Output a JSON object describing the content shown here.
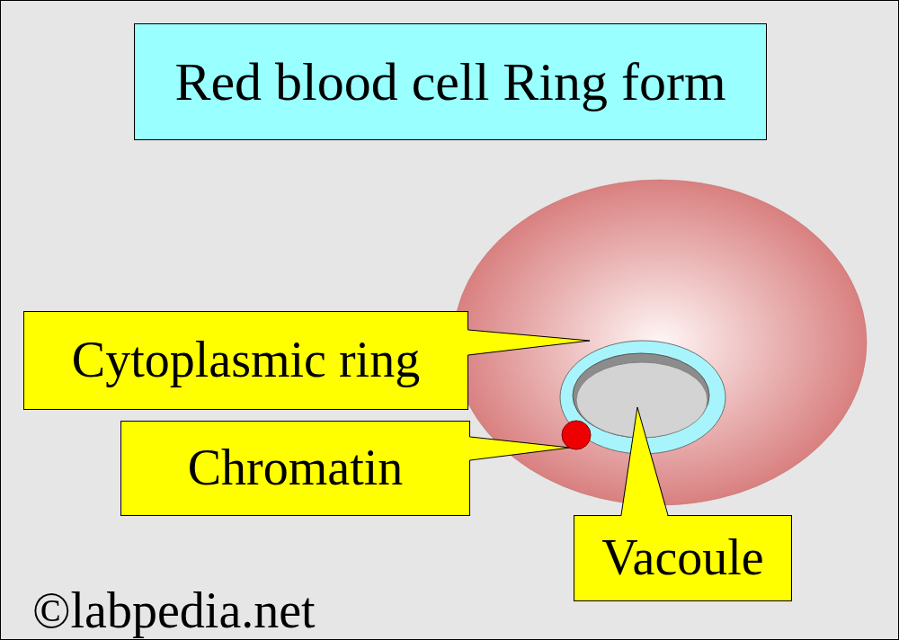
{
  "diagram": {
    "title": "Red blood cell Ring form",
    "nodes": [
      {
        "text": [
          "Cytoplasmic ring"
        ]
      },
      {
        "text": [
          "Chromatin"
        ]
      },
      {
        "text": [
          "Vacoule"
        ]
      }
    ],
    "labels": [
      "©labpedia.net"
    ]
  }
}
